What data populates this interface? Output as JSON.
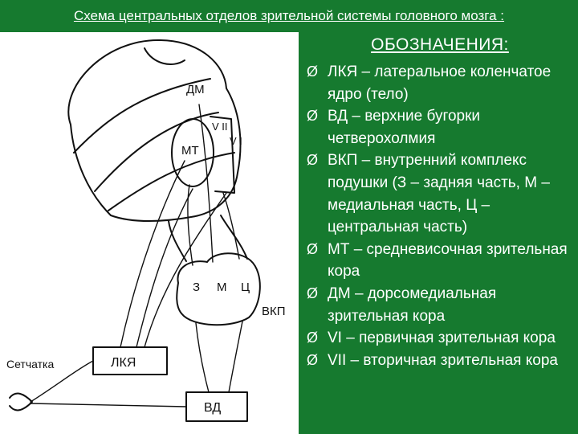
{
  "title": "Схема центральных отделов зрительной системы головного мозга :",
  "diagram": {
    "labels": {
      "dm": "ДМ",
      "v2": "V II",
      "v1": "V I",
      "mt": "МТ",
      "z": "З",
      "m": "М",
      "c": "Ц",
      "vkp": "ВКП",
      "retina": "Сетчатка",
      "lkya": "ЛКЯ",
      "vd": "ВД"
    }
  },
  "legend": {
    "title": "ОБОЗНАЧЕНИЯ:",
    "bullet": "Ø",
    "items": [
      "ЛКЯ – латеральное коленчатое ядро (тело)",
      "ВД – верхние бугорки четверохолмия",
      "ВКП – внутренний комплекс подушки (З – задняя часть, М – медиальная часть, Ц – центральная часть)",
      "МТ – средневисочная зрительная кора",
      "ДМ – дорсомедиальная зрительная кора",
      "VI – первичная зрительная кора",
      "VII – вторичная зрительная кора"
    ]
  }
}
